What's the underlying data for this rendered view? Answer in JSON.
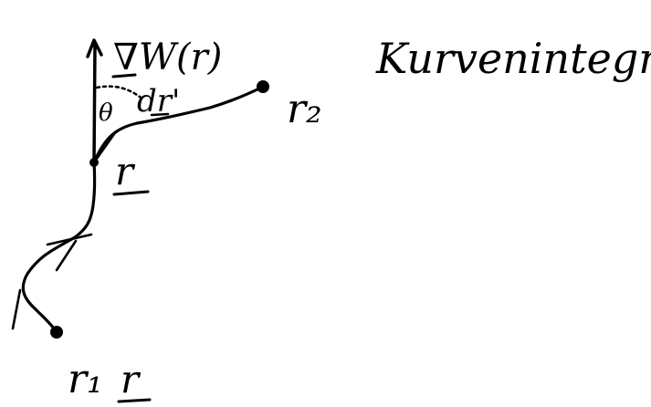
{
  "note": {
    "title": "Kurvenintegral"
  },
  "labels": {
    "gradient": "∇W(r)",
    "angle": "θ",
    "line_element": "dr'",
    "point_r": "r",
    "point_r2": "r₂",
    "point_r1": "r₁",
    "point_r_bottom": "r"
  },
  "colors": {
    "ink": "#000000",
    "paper": "#ffffff"
  }
}
